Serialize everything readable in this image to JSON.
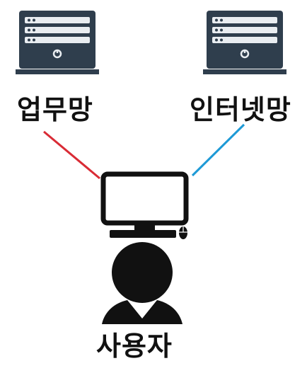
{
  "nodes": {
    "work_network": {
      "label": "업무망",
      "icon": "server-icon",
      "link_color": "#d92b35"
    },
    "internet_network": {
      "label": "인터넷망",
      "icon": "server-icon",
      "link_color": "#1e9ad6"
    },
    "user": {
      "label": "사용자",
      "icon": "user-icon"
    },
    "computer": {
      "icon": "desktop-computer-icon"
    }
  },
  "colors": {
    "server_body": "#2f3e4d",
    "server_slot": "#e9edf1",
    "ink": "#111111"
  }
}
